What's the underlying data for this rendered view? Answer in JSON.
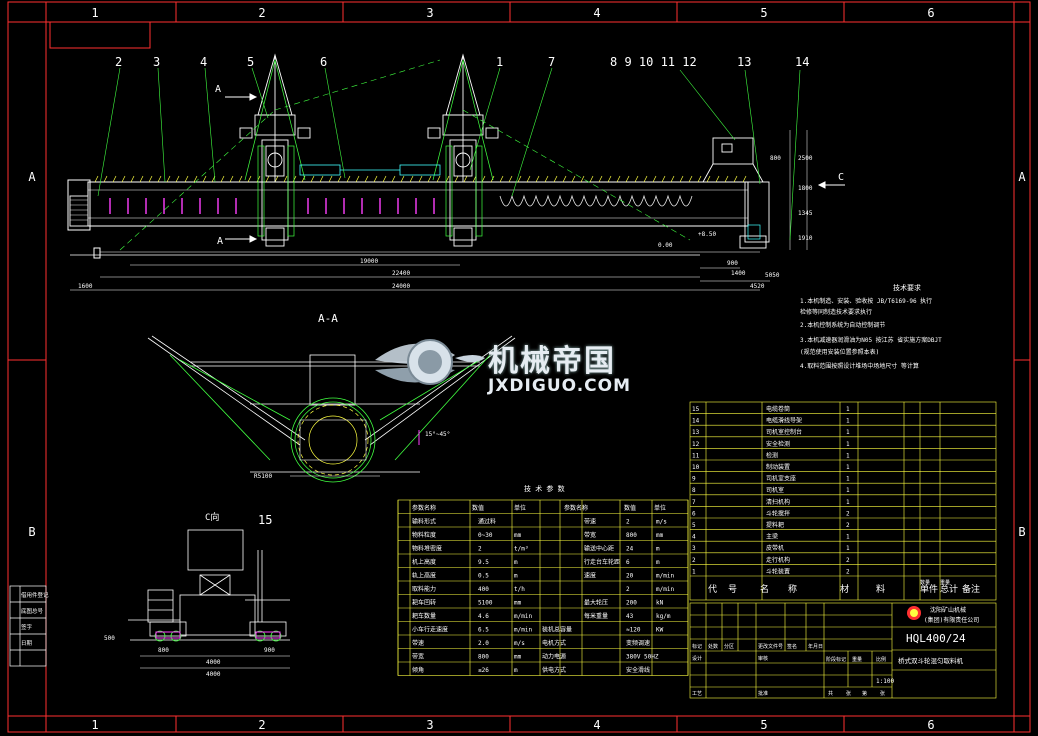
{
  "frame": {
    "top_zones": [
      "1",
      "2",
      "3",
      "4",
      "5",
      "6"
    ],
    "bottom_zones": [
      "1",
      "2",
      "3",
      "4",
      "5",
      "6"
    ],
    "side_rows": [
      "A",
      "B"
    ]
  },
  "views": {
    "main_view_callouts": [
      "2",
      "3",
      "4",
      "5",
      "6",
      "1",
      "7",
      "8 9 10 11 12",
      "13",
      "14"
    ],
    "section_label": "A-A",
    "view_c_label": "C向",
    "view_c_callout": "15",
    "view_c_dims": [
      "800",
      "900",
      "4000",
      "4000"
    ],
    "side_dim": "500",
    "section_arrow_a_top": "A",
    "section_arrow_a_bottom": "A",
    "view_arrow_c": "C",
    "dims_main": [
      "19000",
      "22400",
      "24000",
      "1600",
      "900",
      "1400",
      "4520",
      "5050"
    ],
    "dims_right_vertical": [
      "2500",
      "1800",
      "1345",
      "1910",
      "800"
    ],
    "level_marks": [
      "+8.50",
      "0.00"
    ],
    "angle_note": "15°~45°",
    "radius_note": "R5100"
  },
  "tech_notes": {
    "title": "技术要求",
    "lines": [
      "1.本机制造、安装、验收按 JB/T6169-96 执行",
      "  检修等同制造技术要求执行",
      "2.本机控制系统为自动控制调节",
      "3.本机减速器润滑油为N05 按江苏 省实施方案DBJT",
      "  (规范使用安装位置参照本表)",
      "4.取料范围按照设计堆场中场地尺寸 等计算"
    ]
  },
  "watermark": {
    "cn": "机械帝国",
    "en": "JXDIGUO.COM"
  },
  "params_table": {
    "title": "技 术 参 数",
    "header": [
      "参数名称",
      "数值",
      "单位",
      "参数名称",
      "",
      "数值",
      "单位"
    ],
    "rows": [
      [
        "输料形式",
        "通过料",
        "",
        "",
        "带速",
        "2",
        "m/s"
      ],
      [
        "物料粒度",
        "0~30",
        "mm",
        "",
        "带宽",
        "800",
        "mm"
      ],
      [
        "物料堆密度",
        "2",
        "t/m³",
        "",
        "输送中心距",
        "24",
        "m"
      ],
      [
        "机上高度",
        "9.5",
        "m",
        "",
        "行走台车轮距",
        "6",
        "m"
      ],
      [
        "轨上高度",
        "0.5",
        "m",
        "",
        "速度",
        "20",
        "m/min"
      ],
      [
        "取料能力",
        "400",
        "t/h",
        "",
        "",
        "2",
        "m/min"
      ],
      [
        "耙车回转",
        "5100",
        "mm",
        "",
        "最大轮压",
        "200",
        "kN"
      ],
      [
        "耙车数量",
        "4.6",
        "m/min",
        "",
        "每米重量",
        "43",
        "kg/m"
      ],
      [
        "小车行走速度",
        "6.5",
        "m/min",
        "装机总容量",
        "",
        "≈120",
        "KW"
      ],
      [
        "带速",
        "2.0",
        "m/s",
        "电机方式",
        "",
        "变频调速",
        ""
      ],
      [
        "带宽",
        "800",
        "mm",
        "动力电源",
        "",
        "380V 50HZ",
        ""
      ],
      [
        "倾角",
        "≤26",
        "m",
        "供电方式",
        "",
        "安全滑线",
        ""
      ]
    ]
  },
  "parts_list": {
    "rows": [
      [
        "15",
        "电缆卷筒",
        "1"
      ],
      [
        "14",
        "电缆滑线导架",
        "1"
      ],
      [
        "13",
        "司机室控制台",
        "1"
      ],
      [
        "12",
        "安全检测",
        "1"
      ],
      [
        "11",
        "检测",
        "1"
      ],
      [
        "10",
        "制动装置",
        "1"
      ],
      [
        "9",
        "司机室支座",
        "1"
      ],
      [
        "8",
        "司机室",
        "1"
      ],
      [
        "7",
        "清扫机构",
        "1"
      ],
      [
        "6",
        "斗轮搅拌",
        "2"
      ],
      [
        "5",
        "提料耙",
        "2"
      ],
      [
        "4",
        "主梁",
        "1"
      ],
      [
        "3",
        "皮带机",
        "1"
      ],
      [
        "2",
        "走行机构",
        "2"
      ],
      [
        "1",
        "斗轮装置",
        "2"
      ]
    ],
    "header": [
      "代",
      "号",
      "名",
      "称",
      "材",
      "料",
      "单件",
      "总计",
      "备注"
    ],
    "header_sub": [
      "数量",
      "重量"
    ]
  },
  "title_block": {
    "company_line1": "沈阳矿山机械",
    "company_line2": "(集团)有限责任公司",
    "drawing_no": "HQL400/24",
    "drawing_name": "桥式双斗轮混匀取料机",
    "scale": "1:100",
    "labels": [
      "标记",
      "处数",
      "分区",
      "更改文件号",
      "签名",
      "年月日"
    ],
    "roles": [
      "设计",
      "审核",
      "工艺",
      "批准"
    ],
    "stage_labels": [
      "阶段标记",
      "重量",
      "比例"
    ],
    "sheet_labels": [
      "共",
      "张",
      "第",
      "张"
    ]
  },
  "left_strip": {
    "labels": [
      "借用件登记",
      "底图总号",
      "签字",
      "日期"
    ]
  },
  "colors": {
    "bg": "#000000",
    "frame": "#ff3030",
    "outline": "#ffffff",
    "structure": "#e8e8e8",
    "green": "#40ff40",
    "magenta": "#ff40ff",
    "yellow": "#ffff40",
    "cyan": "#40ffff"
  }
}
